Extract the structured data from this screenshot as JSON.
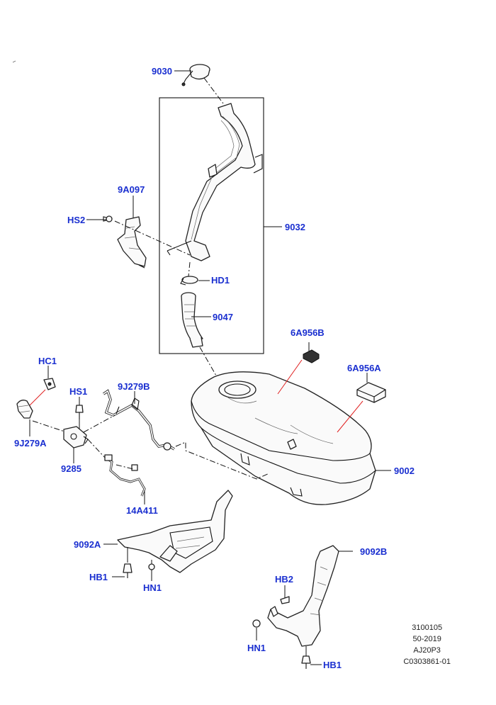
{
  "labels": {
    "filler_cap": "9030",
    "bracket_upper": "9A097",
    "screw_hs2": "HS2",
    "filler_pipe": "9032",
    "clamp_hd1": "HD1",
    "hose": "9047",
    "hc1": "HC1",
    "hs1": "HS1",
    "tube_9j279b": "9J279B",
    "tube_9j279a": "9J279A",
    "valve": "9285",
    "harness": "14A411",
    "pad_6a956b": "6A956B",
    "pad_6a956a": "6A956A",
    "tank": "9002",
    "strap_front": "9092A",
    "bolt_hb1_left": "HB1",
    "nut_hn1_left": "HN1",
    "strap_rear": "9092B",
    "bolt_hb2": "HB2",
    "nut_hn1_right": "HN1",
    "bolt_hb1_right": "HB1"
  },
  "reference_block": {
    "line1": "3100105",
    "line2": "50-2019",
    "line3": "AJ20P3",
    "line4": "C0303861-01"
  },
  "colors": {
    "label": "#1a2fd0",
    "leader": "#111111",
    "highlight": "#e02020",
    "background": "#ffffff"
  }
}
